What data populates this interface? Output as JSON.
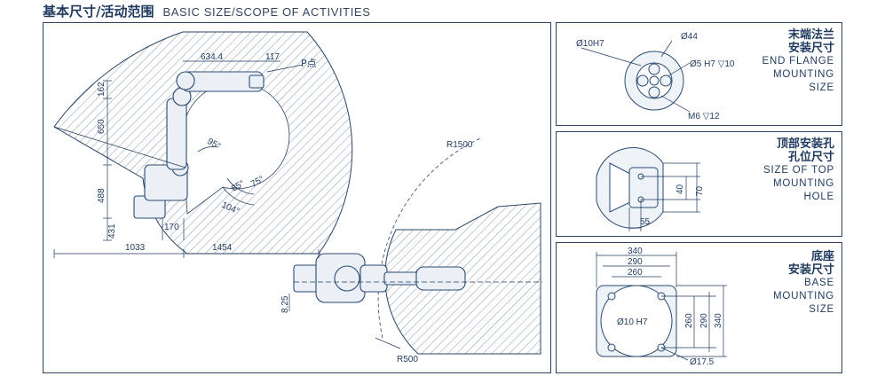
{
  "header": {
    "title_cn": "基本尺寸/活动范围",
    "title_en": "BASIC SIZE/SCOPE OF ACTIVITIES"
  },
  "main_diagram": {
    "dims": {
      "d634": "634.4",
      "d117": "117",
      "p_point": "P点",
      "d162": "162",
      "d650": "650",
      "d488": "488",
      "d431": "431",
      "d1033": "1033",
      "d1454": "1454",
      "d170": "170",
      "a95": "95°",
      "a85": "85°",
      "a75": "75°",
      "a104": "104°",
      "r1500": "R1500",
      "r500": "R500",
      "d825": "8.25"
    }
  },
  "panels": {
    "flange": {
      "title_cn_1": "末端法兰",
      "title_cn_2": "安装尺寸",
      "title_en_1": "END FLANGE",
      "title_en_2": "MOUNTING",
      "title_en_3": "SIZE",
      "dims": {
        "phi10": "Ø10H7",
        "phi44": "Ø44",
        "phi5": "Ø5 H7 ▽10",
        "m6": "M6 ▽12"
      }
    },
    "top": {
      "title_cn_1": "顶部安装孔",
      "title_cn_2": "孔位尺寸",
      "title_en_1": "SIZE OF TOP",
      "title_en_2": "MOUNTING",
      "title_en_3": "HOLE",
      "dims": {
        "d40": "40",
        "d70": "70",
        "d55": "55"
      }
    },
    "base": {
      "title_cn_1": "底座",
      "title_cn_2": "安装尺寸",
      "title_en_1": "BASE",
      "title_en_2": "MOUNTING",
      "title_en_3": "SIZE",
      "dims": {
        "w340": "340",
        "w290": "290",
        "w260": "260",
        "phi10": "Ø10 H7",
        "h260": "260",
        "h290": "290",
        "h340": "340",
        "phi175": "Ø17.5"
      }
    }
  },
  "colors": {
    "line": "#1f3a5f",
    "hatch": "#6b7f96",
    "robot": "#2b4a73"
  }
}
